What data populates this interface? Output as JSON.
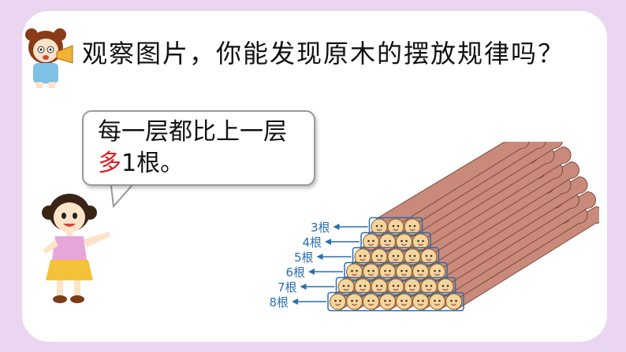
{
  "question": {
    "text": "观察图片，你能发现原木的摆放规律吗？"
  },
  "speech_bubble": {
    "part1": "每一层都比上一层",
    "highlight": "多",
    "part2": "1根。"
  },
  "log_stack": {
    "layers": [
      {
        "label": "3根",
        "count": 3
      },
      {
        "label": "4根",
        "count": 4
      },
      {
        "label": "5根",
        "count": 5
      },
      {
        "label": "6根",
        "count": 6
      },
      {
        "label": "7根",
        "count": 7
      },
      {
        "label": "8根",
        "count": 8
      }
    ],
    "label_color": "#2a6fb0",
    "log_color": "#c98a7b",
    "end_color": "#f4d59b"
  }
}
